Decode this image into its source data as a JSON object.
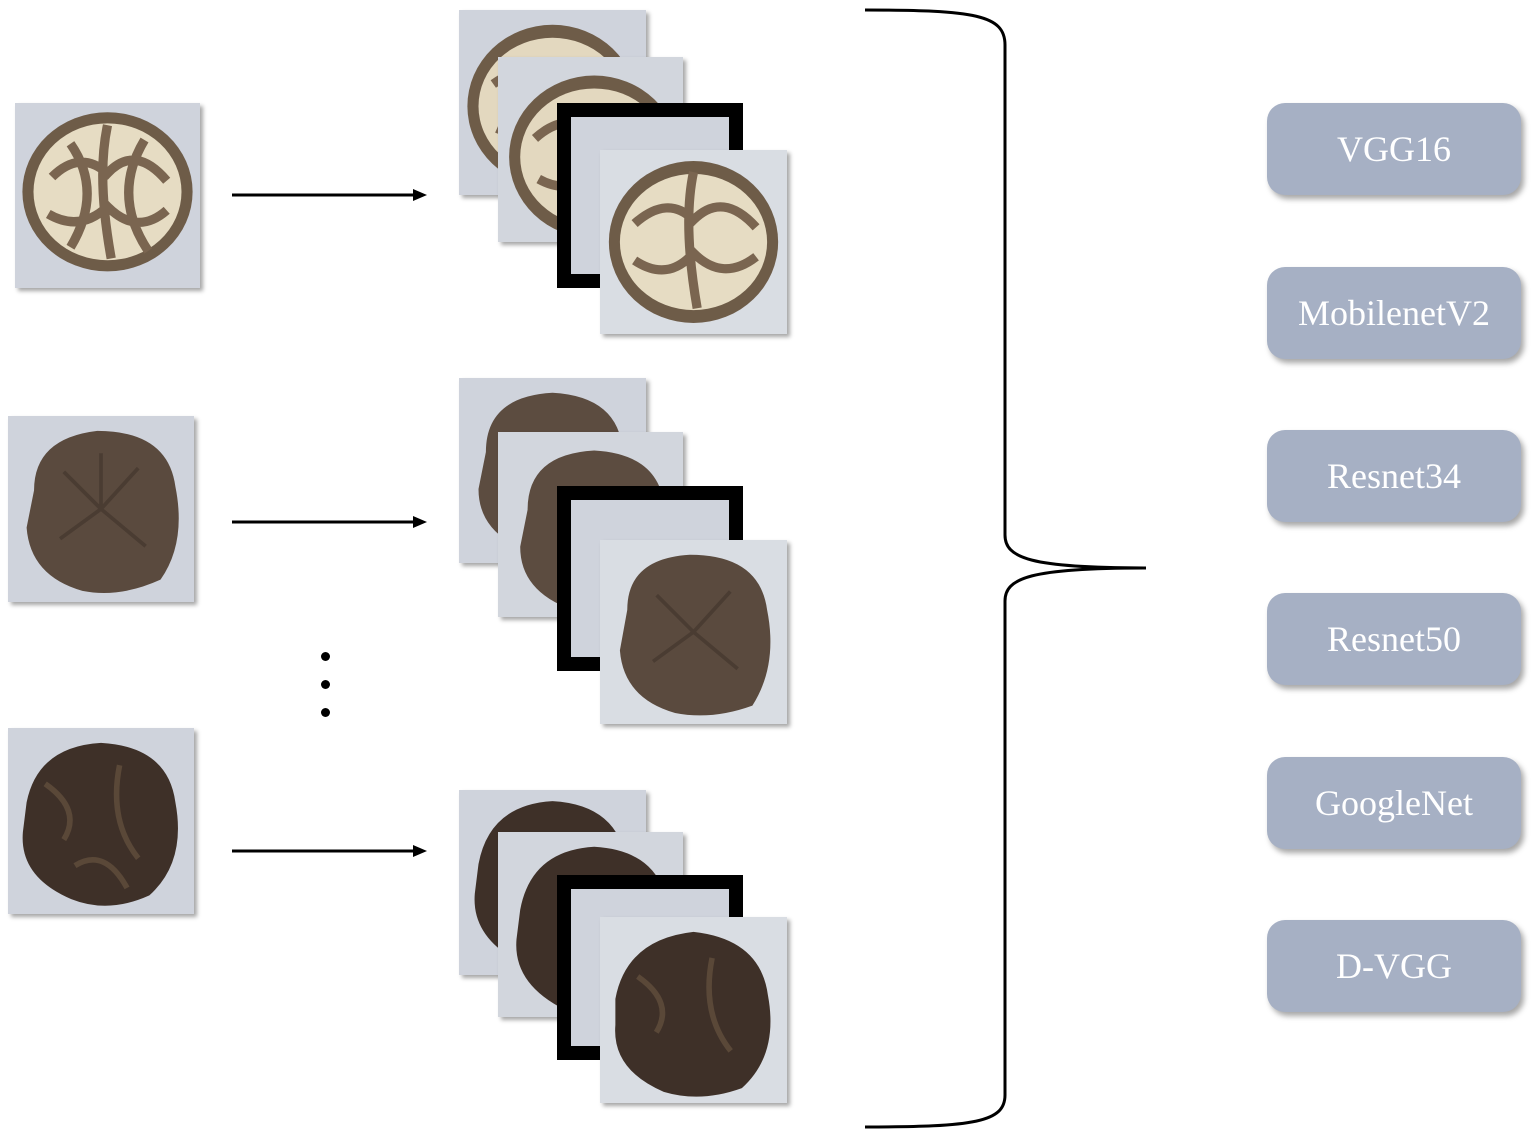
{
  "models": [
    {
      "label": "VGG16"
    },
    {
      "label": "MobilenetV2"
    },
    {
      "label": "Resnet34"
    },
    {
      "label": "Resnet50"
    },
    {
      "label": "GoogleNet"
    },
    {
      "label": "D-VGG"
    }
  ],
  "colors": {
    "model_box": "#a6b0c4",
    "model_text": "#ffffff",
    "light_mushroom": "#e6dcc3",
    "medium_mushroom": "#5a4a3e",
    "dark_mushroom": "#3e3028"
  }
}
